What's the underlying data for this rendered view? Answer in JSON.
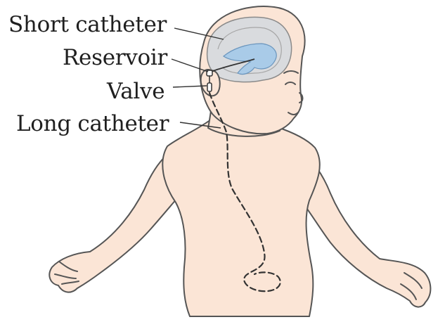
{
  "labels": {
    "short_catheter": "Short catheter",
    "reservoir": "Reservoir",
    "valve": "Valve",
    "long_catheter": "Long catheter"
  },
  "colors": {
    "skin": "#fbe5d6",
    "outline": "#555555",
    "brain": "#d9dbde",
    "ventricle": "#a9cbe8",
    "catheter": "#333333",
    "text": "#1f1f1f"
  },
  "icons": {
    "body": "infant-torso-illustration",
    "brain": "brain-cross-section",
    "tube": "dashed-shunt-catheter"
  }
}
